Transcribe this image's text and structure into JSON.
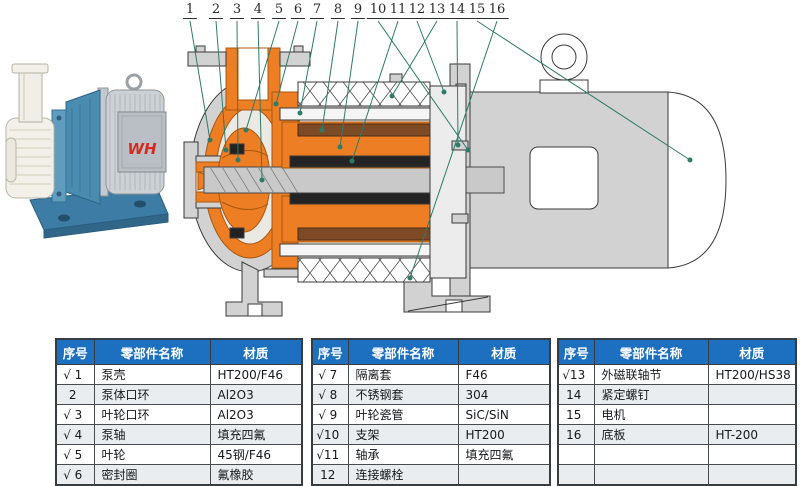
{
  "drawing": {
    "callouts": [
      "1",
      "2",
      "3",
      "4",
      "5",
      "6",
      "7",
      "8",
      "9",
      "10",
      "11",
      "12",
      "13",
      "14",
      "15",
      "16"
    ]
  },
  "photo": {
    "brand": "WH"
  },
  "colors": {
    "lining_orange": "#ed7e23",
    "casing_gray": "#d2d2d2",
    "leader_green": "#2e7b68",
    "table_header_blue": "#1d6fc0",
    "row_stripe": "#e9edf0",
    "brand_red": "#d42b1e"
  },
  "table": {
    "headers": {
      "no": "序号",
      "name": "零部件名称",
      "material": "材质"
    },
    "groups": [
      {
        "rows": [
          {
            "no": "√ 1",
            "name": "泵壳",
            "material": "HT200/F46"
          },
          {
            "no": "2",
            "name": "泵体口环",
            "material": "Al2O3"
          },
          {
            "no": "√ 3",
            "name": "叶轮口环",
            "material": "Al2O3"
          },
          {
            "no": "√ 4",
            "name": "泵轴",
            "material": "填充四氟"
          },
          {
            "no": "√ 5",
            "name": "叶轮",
            "material": "45钢/F46"
          },
          {
            "no": "√ 6",
            "name": "密封圈",
            "material": "氟橡胶"
          }
        ]
      },
      {
        "rows": [
          {
            "no": "√ 7",
            "name": "隔离套",
            "material": "F46"
          },
          {
            "no": "√ 8",
            "name": "不锈钢套",
            "material": "304"
          },
          {
            "no": "√ 9",
            "name": "叶轮瓷管",
            "material": "SiC/SiN"
          },
          {
            "no": "√10",
            "name": "支架",
            "material": "HT200"
          },
          {
            "no": "√11",
            "name": "轴承",
            "material": "填充四氟"
          },
          {
            "no": "12",
            "name": "连接螺栓",
            "material": ""
          }
        ]
      },
      {
        "rows": [
          {
            "no": "√13",
            "name": "外磁联轴节",
            "material": "HT200/HS38"
          },
          {
            "no": "14",
            "name": "紧定螺钉",
            "material": ""
          },
          {
            "no": "15",
            "name": "电机",
            "material": ""
          },
          {
            "no": "16",
            "name": "底板",
            "material": "HT-200"
          },
          {
            "no": "",
            "name": "",
            "material": ""
          },
          {
            "no": "",
            "name": "",
            "material": ""
          }
        ]
      }
    ]
  }
}
